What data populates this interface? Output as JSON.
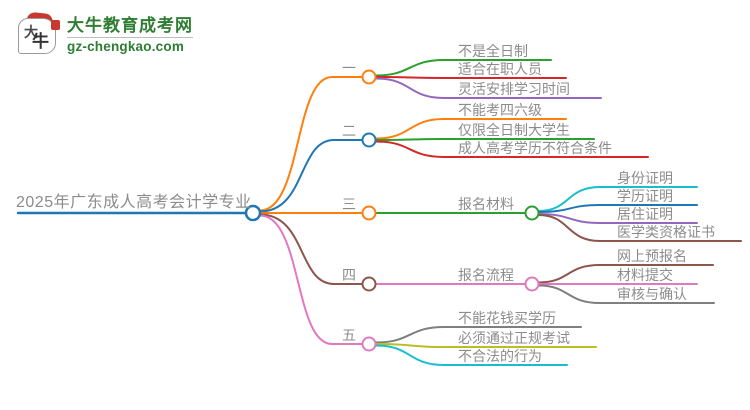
{
  "logo": {
    "brand": "大牛教育成考网",
    "url": "gz-chengkao.com",
    "icon_char_top": "大",
    "icon_char_bottom": "牛",
    "brand_color": "#2e7d32",
    "seal_color": "#c8382e"
  },
  "mindmap": {
    "root": {
      "label": "2025年广东成人高考会计学专业",
      "color": "#1f77b4"
    },
    "branches": [
      {
        "label": "一",
        "color": "#ff7f0e",
        "children": [
          {
            "label": "不是全日制",
            "color": "#2ca02c"
          },
          {
            "label": "适合在职人员",
            "color": "#d62728"
          },
          {
            "label": "灵活安排学习时间",
            "color": "#9467bd"
          }
        ]
      },
      {
        "label": "二",
        "color": "#1f77b4",
        "children": [
          {
            "label": "不能考四六级",
            "color": "#ff7f0e"
          },
          {
            "label": "仅限全日制大学生",
            "color": "#2ca02c"
          },
          {
            "label": "成人高考学历不符合条件",
            "color": "#d62728"
          }
        ]
      },
      {
        "label": "三",
        "color": "#ff7f0e",
        "children": [
          {
            "label": "报名材料",
            "color": "#2ca02c",
            "children": [
              {
                "label": "身份证明",
                "color": "#17becf"
              },
              {
                "label": "学历证明",
                "color": "#1f77b4"
              },
              {
                "label": "居住证明",
                "color": "#9467bd"
              },
              {
                "label": "医学类资格证书",
                "color": "#8c564b"
              }
            ]
          }
        ]
      },
      {
        "label": "四",
        "color": "#8c564b",
        "children": [
          {
            "label": "报名流程",
            "color": "#e377c2",
            "children": [
              {
                "label": "网上预报名",
                "color": "#8c564b"
              },
              {
                "label": "材料提交",
                "color": "#e377c2"
              },
              {
                "label": "审核与确认",
                "color": "#7f7f7f"
              }
            ]
          }
        ]
      },
      {
        "label": "五",
        "color": "#e377c2",
        "children": [
          {
            "label": "不能花钱买学历",
            "color": "#7f7f7f"
          },
          {
            "label": "必须通过正规考试",
            "color": "#bcbd22"
          },
          {
            "label": "不合法的行为",
            "color": "#17becf"
          }
        ]
      }
    ]
  }
}
